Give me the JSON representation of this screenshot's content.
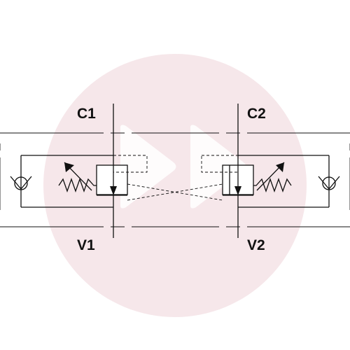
{
  "diagram": {
    "ports": {
      "c1": "C1",
      "c2": "C2",
      "v1": "V1",
      "v2": "V2"
    },
    "colors": {
      "line": "#111111",
      "watermark": "#f6e7ea",
      "background": "#ffffff"
    },
    "symbols": [
      "check-valve-icon",
      "adjustable-relief-spring-icon",
      "pilot-valve-icon",
      "watermark-logo-icon"
    ]
  }
}
